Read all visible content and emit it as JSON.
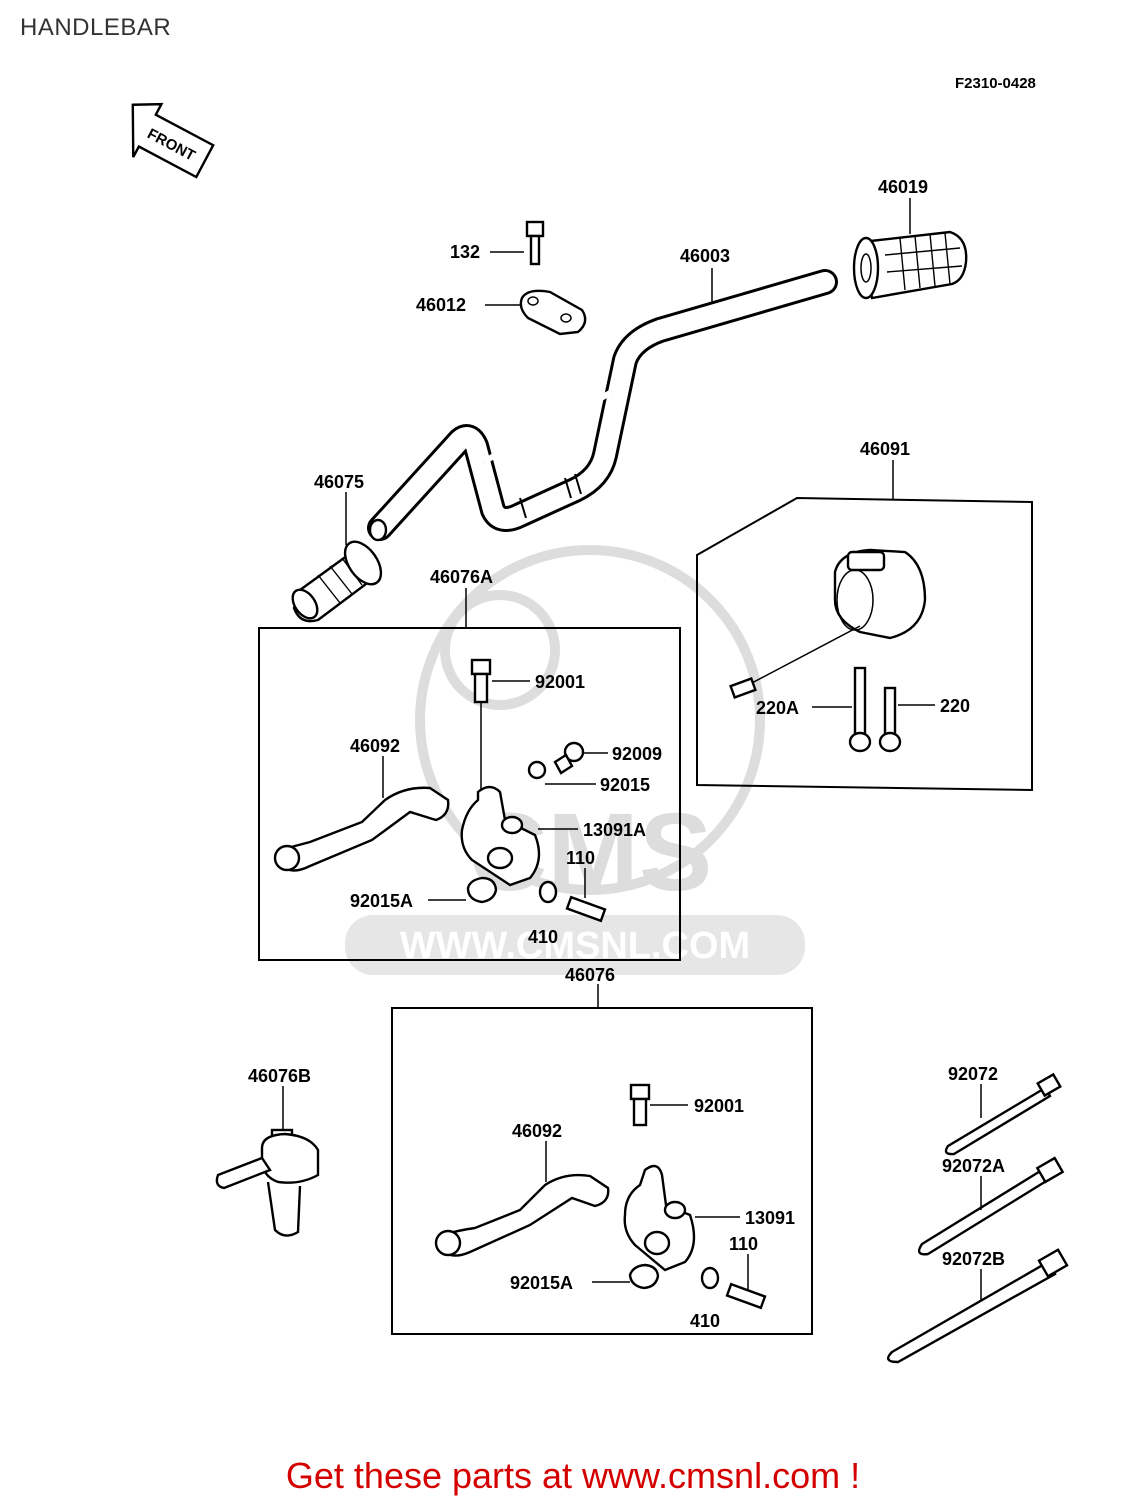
{
  "title": "HANDLEBAR",
  "figure_code": "F2310-0428",
  "front_arrow_label": "FRONT",
  "watermark": {
    "brand": "CMS",
    "url": "WWW.CMSNL.COM"
  },
  "footer": "Get these parts at www.cmsnl.com !",
  "parts": {
    "p132": "132",
    "p46012": "46012",
    "p46003": "46003",
    "p46019": "46019",
    "p46075": "46075",
    "p46091": "46091",
    "p220A": "220A",
    "p220": "220",
    "p46076A": "46076A",
    "p92001_a": "92001",
    "p46092_a": "46092",
    "p92009": "92009",
    "p92015": "92015",
    "p13091A": "13091A",
    "p110_a": "110",
    "p92015A_a": "92015A",
    "p410_a": "410",
    "p46076": "46076",
    "p46076B": "46076B",
    "p92001_b": "92001",
    "p46092_b": "46092",
    "p13091": "13091",
    "p110_b": "110",
    "p92015A_b": "92015A",
    "p410_b": "410",
    "p92072": "92072",
    "p92072A": "92072A",
    "p92072B": "92072B"
  },
  "colors": {
    "footer": "#d40000",
    "line": "#000000",
    "watermark": "#dddddd"
  }
}
